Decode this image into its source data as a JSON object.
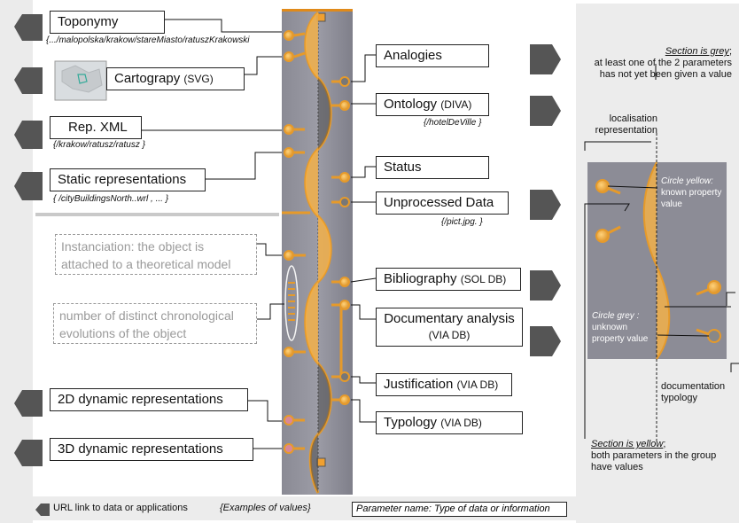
{
  "left_boxes": [
    {
      "id": "toponymy",
      "label": "Toponymy",
      "type": "",
      "example": "{.../malopolska/krakow/stareMiasto/ratuszKrakowski"
    },
    {
      "id": "cartography",
      "label": "Cartograpy",
      "type": "(SVG)",
      "example": ""
    },
    {
      "id": "rep_xml",
      "label": "Rep. XML",
      "type": "",
      "example": "{/krakow/ratusz/ratusz     }"
    },
    {
      "id": "static",
      "label": "Static representations",
      "type": "",
      "example": "{ /cityBuildingsNorth..wrl , ...   }"
    },
    {
      "id": "dyn2d",
      "label": "2D dynamic representations",
      "type": "",
      "example": ""
    },
    {
      "id": "dyn3d",
      "label": "3D dynamic representations",
      "type": "",
      "example": ""
    }
  ],
  "right_boxes": [
    {
      "id": "analogies",
      "label": "Analogies",
      "type": "",
      "example": ""
    },
    {
      "id": "ontology",
      "label": "Ontology",
      "type": "(DIVA)",
      "example": "{/hotelDeVille  }"
    },
    {
      "id": "status",
      "label": "Status",
      "type": "",
      "example": ""
    },
    {
      "id": "unprocessed",
      "label": "Unprocessed Data",
      "type": "",
      "example": "{/pict.jpg.  }"
    },
    {
      "id": "bibliography",
      "label": "Bibliography",
      "type": "(SOL DB)",
      "example": ""
    },
    {
      "id": "documentary",
      "label": "Documentary analysis",
      "type": "(VIA DB)",
      "example": ""
    },
    {
      "id": "justification",
      "label": "Justification",
      "type": "(VIA DB)",
      "example": ""
    },
    {
      "id": "typology",
      "label": "Typology",
      "type": "(VIA DB)",
      "example": ""
    }
  ],
  "notes": {
    "instanciation": "Instanciation: the object is attached to a theoretical model",
    "chronological": "number of distinct chronological evolutions of the object"
  },
  "legend_panel": {
    "grey_title": "Section is grey",
    "grey_text": "at least one of the 2 parameters has not yet been given a value",
    "localisation": "localisation representation",
    "yellow_circle_title": "Circle yellow:",
    "yellow_circle_text": "known property value",
    "grey_circle_title": "Circle grey :",
    "grey_circle_text": "unknown property value",
    "documentation": "documentation typology",
    "yellow_title": "Section is yellow",
    "yellow_text": "both parameters in the group have values"
  },
  "bottom_legend": {
    "url": "URL link to data or applications",
    "examples": "{Examples of values}",
    "param": "Parameter name: Type of data or information"
  },
  "colors": {
    "column": "#8c8c96",
    "accent": "#f5a623",
    "dark_arrow": "#555555"
  }
}
